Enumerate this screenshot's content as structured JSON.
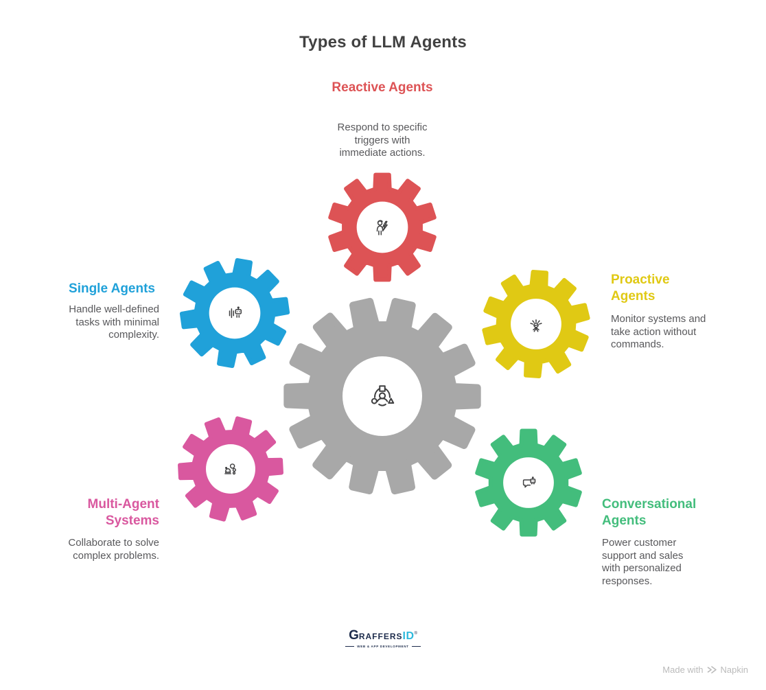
{
  "title": "Types of LLM Agents",
  "agents": [
    {
      "id": "reactive",
      "name": "Reactive Agents",
      "description": "Respond to specific triggers with immediate actions.",
      "color": "#DD5355",
      "icon": "person-lightning-icon"
    },
    {
      "id": "single",
      "name": "Single Agents",
      "description": "Handle well-defined tasks with minimal complexity.",
      "color": "#20A1D9",
      "icon": "robot-levels-icon"
    },
    {
      "id": "proactive",
      "name": "Proactive Agents",
      "description": "Monitor systems and take action without commands.",
      "color": "#E0C914",
      "icon": "person-broadcast-icon"
    },
    {
      "id": "multi",
      "name": "Multi-Agent Systems",
      "description": "Collaborate to solve complex problems.",
      "color": "#D9589F",
      "icon": "robot-bubbles-icon"
    },
    {
      "id": "conversational",
      "name": "Conversational Agents",
      "description": "Power customer support and sales with personalized responses.",
      "color": "#43BD7C",
      "icon": "chat-robot-icon"
    }
  ],
  "center_gear": {
    "color": "#A8A8A8",
    "icon": "person-shapes-icon"
  },
  "footer_logo": {
    "primary": "G",
    "rest": "RAFFERS",
    "secondary": "ID",
    "mark": "®",
    "tagline": "WEB & APP DEVELOPMENT"
  },
  "credit": {
    "text": "Made with",
    "brand": "Napkin"
  },
  "colors": {
    "title_text": "#414141",
    "body_text": "#58585B",
    "logo_navy": "#1C2B4B",
    "logo_cyan": "#2EB9DC",
    "credit_gray": "#BBBBBB"
  }
}
